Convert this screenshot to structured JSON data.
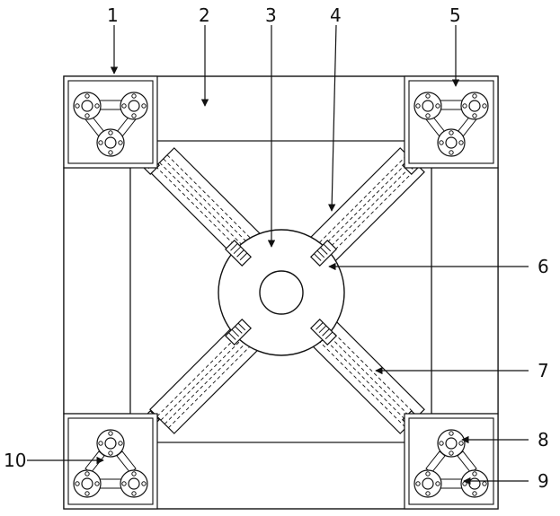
{
  "labels": {
    "l1": "1",
    "l2": "2",
    "l3": "3",
    "l4": "4",
    "l5": "5",
    "l6": "6",
    "l7": "7",
    "l8": "8",
    "l9": "9",
    "l10": "10"
  },
  "colors": {
    "stroke": "#1a1a1a",
    "background": "#ffffff"
  }
}
